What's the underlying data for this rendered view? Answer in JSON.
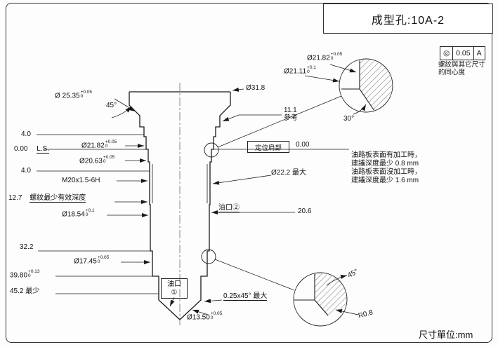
{
  "title": "成型孔:10A-2",
  "units_note": "尺寸單位:mm",
  "tolerance_frame": {
    "symbol": "◎",
    "value": "0.05",
    "datum": "A",
    "note_line1": "螺紋與其它尺寸",
    "note_line2": "的同心度"
  },
  "dims": {
    "d25_35": {
      "v": "Ø 25.35",
      "up": "+0.05",
      "dn": "0"
    },
    "chamfer45_top": "45°",
    "d31_8": "Ø31.8",
    "ref11_1": {
      "v": "11.1",
      "note": "參考"
    },
    "len4_top": "4.0",
    "datum_zero": {
      "v": "0.00",
      "suffix": "L.S."
    },
    "d21_82": {
      "v": "Ø21.82",
      "up": "+0.05",
      "dn": "0"
    },
    "d20_63": {
      "v": "Ø20.63",
      "up": "+0.05",
      "dn": "0"
    },
    "len4_mid": "4.0",
    "thread": "M20x1.5-6H",
    "thread_depth": {
      "v": "12.7",
      "note": "螺紋最少有效深度"
    },
    "d18_54": {
      "v": "Ø18.54",
      "up": "+0.1",
      "dn": "0"
    },
    "len32_2": "32.2",
    "d17_45": {
      "v": "Ø17.45",
      "up": "+0.05",
      "dn": "0"
    },
    "len39_80": {
      "v": "39.80",
      "up": "+0.13",
      "dn": "0"
    },
    "len45_2": "45.2 最少",
    "oil_port1": {
      "line1": "油口",
      "line2": "①"
    },
    "tip_chamfer": "0.25x45° 最大",
    "d13_50": {
      "v": "Ø13.50",
      "up": "+0.05",
      "dn": "0"
    },
    "shoulder": "定位肩部",
    "shoulder_zero": "0.00",
    "d22_2": "Ø22.2 最大",
    "oil_port2": "油口②",
    "len20_6": "20.6",
    "d21_82_detail": {
      "v": "Ø21.82",
      "up": "+0.05",
      "dn": "0"
    },
    "d21_11": {
      "v": "Ø21.11",
      "up": "+0.1",
      "dn": "0"
    },
    "angle30": "30°",
    "angle45_bottom": "45°",
    "r0_8": "R0.8"
  },
  "notes": {
    "machined_line1": "油路板表面有加工時，",
    "machined_line2": "建議深度最少 0.8 mm",
    "unmachined_line1": "油路板表面沒加工時，",
    "unmachined_line2": "建議深度最少 1.6 mm"
  }
}
